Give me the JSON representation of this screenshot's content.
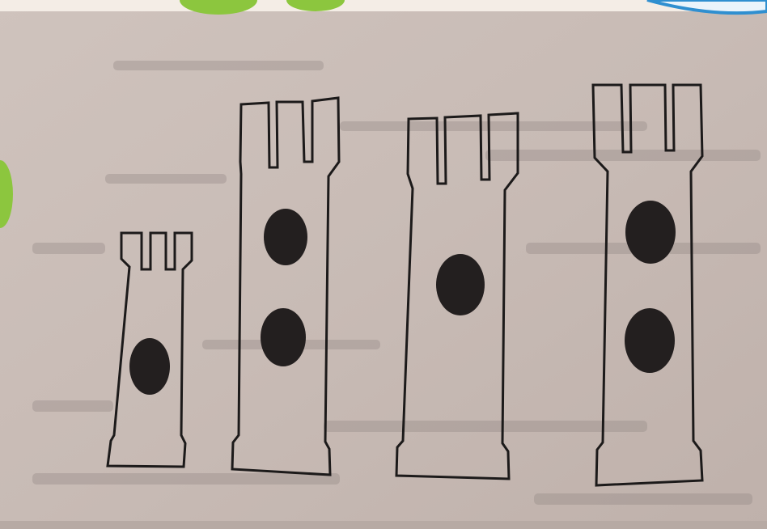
{
  "scene": {
    "description_colors": {
      "paper": "#c9bcb6",
      "ink": "#1c1a1a",
      "frame_green": "#8cc63e",
      "frame_blue": "#2f8fd0"
    },
    "towers": [
      {
        "id": "tower-1",
        "dots": 1
      },
      {
        "id": "tower-2",
        "dots": 2
      },
      {
        "id": "tower-3",
        "dots": 1
      },
      {
        "id": "tower-4",
        "dots": 2
      }
    ]
  }
}
